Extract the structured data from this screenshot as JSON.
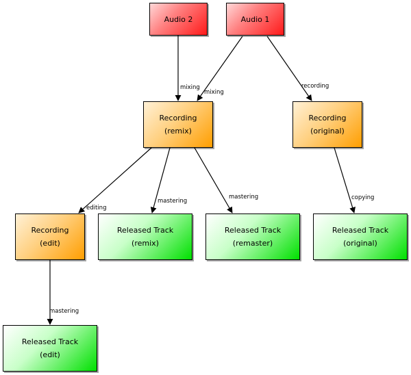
{
  "nodes": {
    "audio2": [
      "Audio 2"
    ],
    "audio1": [
      "Audio 1"
    ],
    "rec_remix": [
      "Recording",
      "(remix)"
    ],
    "rec_original": [
      "Recording",
      "(original)"
    ],
    "rec_edit": [
      "Recording",
      "(edit)"
    ],
    "rel_remix": [
      "Released Track",
      "(remix)"
    ],
    "rel_remaster": [
      "Released Track",
      "(remaster)"
    ],
    "rel_original": [
      "Released Track",
      "(original)"
    ],
    "rel_edit": [
      "Released Track",
      "(edit)"
    ]
  },
  "edges": {
    "audio2_to_remix": "mixing",
    "audio1_to_remix": "mixing",
    "audio1_to_original": "recording",
    "remix_to_edit": "editing",
    "remix_to_rel_remix": "mastering",
    "remix_to_rel_remaster": "mastering",
    "original_to_rel_original": "copying",
    "edit_to_rel_edit": "mastering"
  },
  "colors": {
    "audio": "#ff3030",
    "recording": "#ffa500",
    "released": "#00e000"
  }
}
